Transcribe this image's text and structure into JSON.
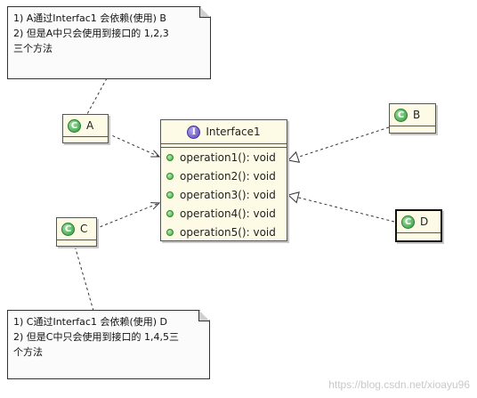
{
  "notes": {
    "top": {
      "lines": [
        "1) A通过Interfac1 会依赖(使用) B",
        "2) 但是A中只会使用到接口的 1,2,3",
        "三个方法"
      ]
    },
    "bottom": {
      "lines": [
        "1) C通过Interfac1 会依赖(使用) D",
        "2) 但是C中只会使用到接口的 1,4,5三",
        "个方法"
      ]
    }
  },
  "classes": {
    "a": {
      "name": "A",
      "icon": "class-icon",
      "icon_glyph": "C"
    },
    "b": {
      "name": "B",
      "icon": "class-icon",
      "icon_glyph": "C"
    },
    "c": {
      "name": "C",
      "icon": "class-icon",
      "icon_glyph": "C"
    },
    "d": {
      "name": "D",
      "icon": "class-icon",
      "icon_glyph": "C"
    }
  },
  "interface": {
    "name": "Interface1",
    "icon": "interface-icon",
    "icon_glyph": "I",
    "operations": [
      "operation1(): void",
      "operation2(): void",
      "operation3(): void",
      "operation4(): void",
      "operation5(): void"
    ]
  },
  "watermark": "https://blog.csdn.net/xioayu96",
  "colors": {
    "class_fill": "#fdfbe6",
    "class_icon": "#2e9a3a",
    "interface_icon": "#5b46b8",
    "note_fill": "#fbfbfb"
  }
}
